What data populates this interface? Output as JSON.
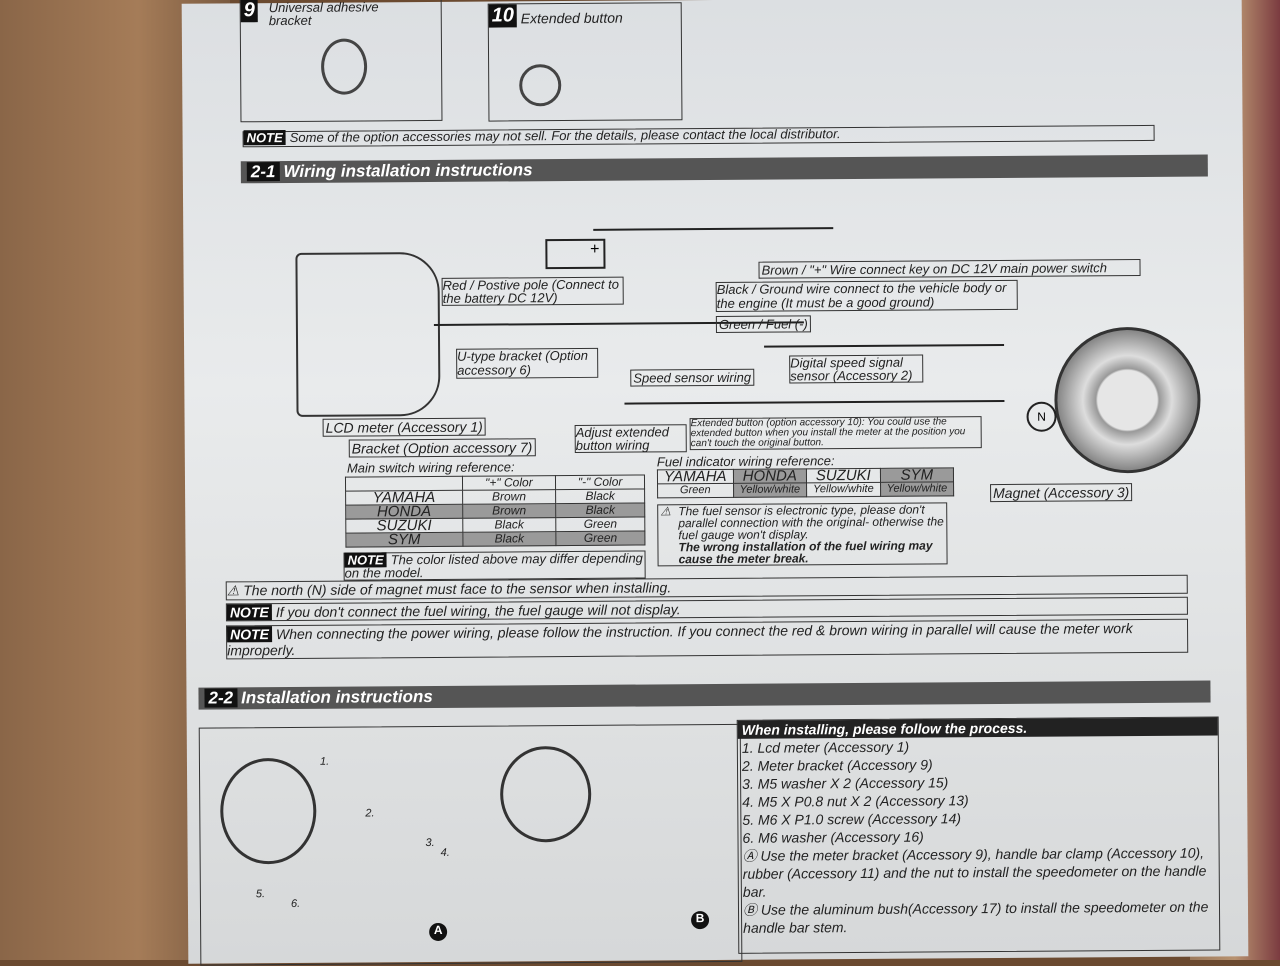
{
  "top": {
    "item9_num": "9",
    "item9_label": "Universal adhesive bracket",
    "item10_num": "10",
    "item10_label": "Extended button",
    "note_label": "NOTE",
    "note_text": "Some of the option accessories may not sell. For the details, please contact the local distributor."
  },
  "section1": {
    "num": "2-1",
    "title": "Wiring installation instructions"
  },
  "diagram": {
    "battery": "+",
    "red": "Red / Postive pole (Connect to the battery DC 12V)",
    "brown": "Brown / \"+\" Wire connect key on DC 12V main power switch",
    "black": "Black / Ground wire connect to the vehicle body or the engine (It must be a good ground)",
    "green": "Green / Fuel (-)",
    "ubracket": "U-type bracket (Option accessory 6)",
    "speed": "Speed sensor wiring",
    "digital": "Digital speed signal sensor (Accessory 2)",
    "lcd": "LCD meter (Accessory 1)",
    "bracket": "Bracket (Option accessory 7)",
    "adjust": "Adjust extended button wiring",
    "extended": "Extended button (option accessory 10): You could use the extended button when you install the meter at the position you can't touch the original button.",
    "magnet": "Magnet (Accessory 3)",
    "magnet_n": "N"
  },
  "main_switch": {
    "title": "Main switch wiring reference:",
    "headers": [
      "",
      "\"+\" Color",
      "\"-\" Color"
    ],
    "rows": [
      [
        "YAMAHA",
        "Brown",
        "Black"
      ],
      [
        "HONDA",
        "Brown",
        "Black"
      ],
      [
        "SUZUKI",
        "Black",
        "Green"
      ],
      [
        "SYM",
        "Black",
        "Green"
      ]
    ],
    "note_label": "NOTE",
    "note": "The color listed above may differ depending on the model."
  },
  "fuel": {
    "title": "Fuel indicator wiring reference:",
    "brands": [
      "YAMAHA",
      "HONDA",
      "SUZUKI",
      "SYM"
    ],
    "colors": [
      "Green",
      "Yellow/white",
      "Yellow/white",
      "Yellow/white"
    ],
    "warning": "The fuel sensor is electronic type, please don't parallel connection with the original- otherwise the fuel gauge won't display.",
    "warning_bold": "The wrong installation of the fuel wiring may cause the meter break."
  },
  "notes": {
    "north": "The north (N) side of magnet must face to the sensor when installing.",
    "label": "NOTE",
    "fuel": "If you don't connect the fuel wiring, the fuel gauge will not display.",
    "power": "When connecting the power wiring, please follow the instruction. If you connect the red & brown wiring in parallel will cause the meter work improperly."
  },
  "section2": {
    "num": "2-2",
    "title": "Installation instructions"
  },
  "install": {
    "header": "When installing, please follow the process.",
    "steps": [
      "1. Lcd meter (Accessory 1)",
      "2. Meter bracket (Accessory 9)",
      "3. M5 washer X 2 (Accessory 15)",
      "4. M5 X P0.8 nut X 2 (Accessory 13)",
      "5. M6 X P1.0 screw (Accessory 14)",
      "6. M6 washer (Accessory 16)"
    ],
    "stepA": "Use the meter bracket (Accessory 9), handle bar clamp (Accessory 10), rubber (Accessory 11) and the nut to install the speedometer on the handle bar.",
    "stepB": "Use the aluminum bush(Accessory 17) to install the speedometer on the handle bar stem.",
    "markA": "A",
    "markB": "B",
    "callouts": [
      "1.",
      "2.",
      "3.",
      "4.",
      "5.",
      "6."
    ]
  }
}
